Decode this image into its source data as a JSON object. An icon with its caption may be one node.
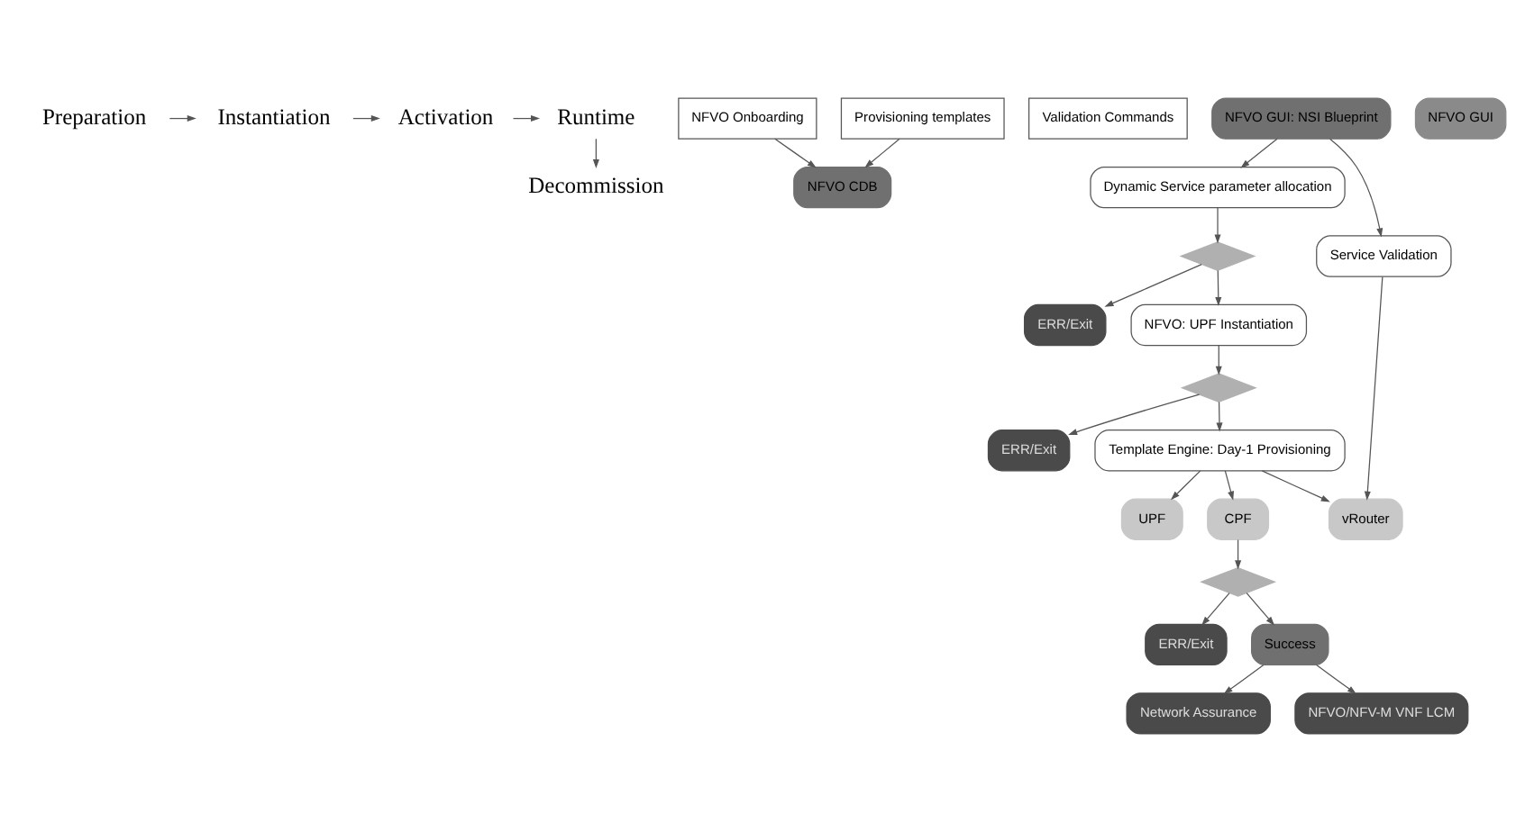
{
  "diagram": {
    "nodes": [
      {
        "text": [
          "Preparation"
        ]
      },
      {
        "text": [
          "Instantiation"
        ]
      },
      {
        "text": [
          "Activation"
        ]
      },
      {
        "text": [
          "Runtime"
        ]
      },
      {
        "text": [
          "NFVO Onboarding"
        ]
      },
      {
        "text": [
          "NFVO CDB"
        ]
      },
      {
        "text": [
          "Provisioning templates"
        ]
      },
      {
        "text": [
          "Validation Commands"
        ]
      },
      {
        "text": [
          "NFVO GUI: NSI Blueprint"
        ]
      },
      {
        "text": [
          "Dynamic Service parameter allocation"
        ]
      },
      {
        "text": [],
        "shape": "diamond"
      },
      {
        "text": [
          "ERR/Exit"
        ]
      },
      {
        "text": [
          "NFVO: UPF Instantiation"
        ]
      },
      {
        "text": [],
        "shape": "diamond"
      },
      {
        "text": [
          "ERR/Exit"
        ]
      },
      {
        "text": [
          "Template Engine: Day-1 Provisioning"
        ]
      },
      {
        "text": [
          "UPF"
        ]
      },
      {
        "text": [
          "CPF"
        ]
      },
      {
        "text": [
          "vRouter"
        ]
      },
      {
        "text": [],
        "shape": "diamond"
      },
      {
        "text": [
          "ERR/Exit"
        ]
      },
      {
        "text": [
          "Success"
        ]
      },
      {
        "text": [
          "Service Validation"
        ]
      },
      {
        "text": [
          "Network Assurance"
        ]
      },
      {
        "text": [
          "NFVO/NFV-M VNF LCM"
        ]
      },
      {
        "text": [
          "NFVO GUI"
        ]
      },
      {
        "text": [
          "Decommission"
        ]
      }
    ],
    "edges": [
      {
        "from": 0,
        "to": 1,
        "arrow": "to"
      },
      {
        "from": 1,
        "to": 2,
        "arrow": "to"
      },
      {
        "from": 2,
        "to": 3,
        "arrow": "to"
      },
      {
        "from": 3,
        "to": 26,
        "arrow": "to"
      },
      {
        "from": 4,
        "to": 5,
        "arrow": "to"
      },
      {
        "from": 6,
        "to": 5,
        "arrow": "to"
      },
      {
        "from": 8,
        "to": 9,
        "arrow": "to"
      },
      {
        "from": 9,
        "to": 10,
        "arrow": "to"
      },
      {
        "from": 10,
        "to": 11,
        "arrow": "to"
      },
      {
        "from": 10,
        "to": 12,
        "arrow": "to"
      },
      {
        "from": 12,
        "to": 13,
        "arrow": "to"
      },
      {
        "from": 13,
        "to": 14,
        "arrow": "to"
      },
      {
        "from": 13,
        "to": 15,
        "arrow": "to"
      },
      {
        "from": 15,
        "to": 16,
        "arrow": "to"
      },
      {
        "from": 15,
        "to": 17,
        "arrow": "to"
      },
      {
        "from": 15,
        "to": 18,
        "arrow": "to"
      },
      {
        "from": 17,
        "to": 19,
        "arrow": "to"
      },
      {
        "from": 19,
        "to": 20,
        "arrow": "to"
      },
      {
        "from": 19,
        "to": 21,
        "arrow": "to"
      },
      {
        "from": 8,
        "to": 22,
        "arrow": "to"
      },
      {
        "from": 22,
        "to": 18,
        "arrow": "to"
      },
      {
        "from": 21,
        "to": 23,
        "arrow": "to"
      },
      {
        "from": 21,
        "to": 24,
        "arrow": "to"
      }
    ]
  }
}
